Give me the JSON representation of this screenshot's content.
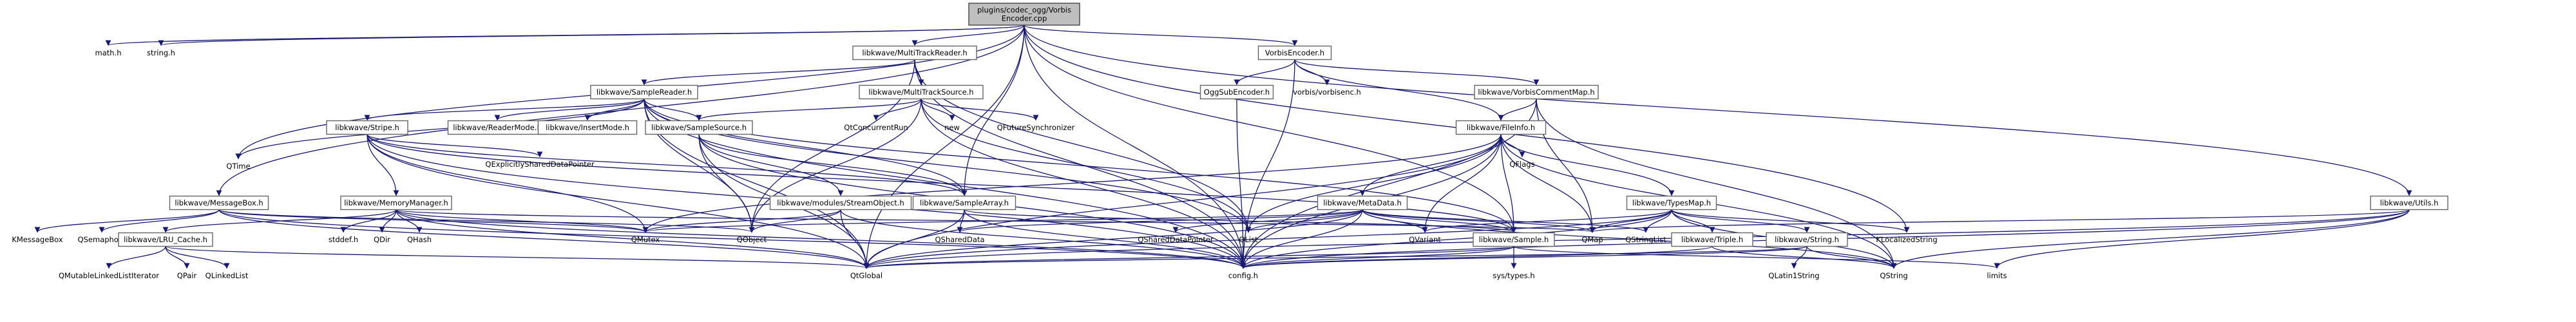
{
  "graph": {
    "colors": {
      "edge": "#191970",
      "box_border": "#666666",
      "root_fill": "#bfbfbf",
      "text": "#000000"
    },
    "nodes": [
      {
        "id": "root",
        "lines": [
          "plugins/codec_ogg/Vorbis",
          "Encoder.cpp"
        ],
        "boxed": true,
        "root": true
      },
      {
        "id": "math",
        "lines": [
          "math.h"
        ],
        "boxed": false
      },
      {
        "id": "string",
        "lines": [
          "string.h"
        ],
        "boxed": false
      },
      {
        "id": "qtime",
        "lines": [
          "QTime"
        ],
        "boxed": false
      },
      {
        "id": "multitrackreader",
        "lines": [
          "libkwave/MultiTrackReader.h"
        ],
        "boxed": true
      },
      {
        "id": "messagebox",
        "lines": [
          "libkwave/MessageBox.h"
        ],
        "boxed": true
      },
      {
        "id": "samplereader",
        "lines": [
          "libkwave/SampleReader.h"
        ],
        "boxed": true
      },
      {
        "id": "multitracksource",
        "lines": [
          "libkwave/MultiTrackSource.h"
        ],
        "boxed": true
      },
      {
        "id": "stripe",
        "lines": [
          "libkwave/Stripe.h"
        ],
        "boxed": true
      },
      {
        "id": "readermode",
        "lines": [
          "libkwave/ReaderMode.h"
        ],
        "boxed": true
      },
      {
        "id": "insertmode",
        "lines": [
          "libkwave/InsertMode.h"
        ],
        "boxed": true
      },
      {
        "id": "samplesource",
        "lines": [
          "libkwave/SampleSource.h"
        ],
        "boxed": true
      },
      {
        "id": "qtconcurrentrun",
        "lines": [
          "QtConcurrentRun"
        ],
        "boxed": false
      },
      {
        "id": "new",
        "lines": [
          "new"
        ],
        "boxed": false
      },
      {
        "id": "qfuturesync",
        "lines": [
          "QFutureSynchronizer"
        ],
        "boxed": false
      },
      {
        "id": "vorbisencoder",
        "lines": [
          "VorbisEncoder.h"
        ],
        "boxed": true
      },
      {
        "id": "oggsubencoder",
        "lines": [
          "OggSubEncoder.h"
        ],
        "boxed": true
      },
      {
        "id": "vorbisenc",
        "lines": [
          "vorbis/vorbisenc.h"
        ],
        "boxed": false
      },
      {
        "id": "vorbiscommentmap",
        "lines": [
          "libkwave/VorbisCommentMap.h"
        ],
        "boxed": true
      },
      {
        "id": "fileinfo",
        "lines": [
          "libkwave/FileInfo.h"
        ],
        "boxed": true
      },
      {
        "id": "utils",
        "lines": [
          "libkwave/Utils.h"
        ],
        "boxed": true
      },
      {
        "id": "memorymanager",
        "lines": [
          "libkwave/MemoryManager.h"
        ],
        "boxed": true
      },
      {
        "id": "qexplicitshared",
        "lines": [
          "QExplicitlySharedDataPointer"
        ],
        "boxed": false
      },
      {
        "id": "streamobject",
        "lines": [
          "libkwave/modules/StreamObject.h"
        ],
        "boxed": true
      },
      {
        "id": "samplearray",
        "lines": [
          "libkwave/SampleArray.h"
        ],
        "boxed": true
      },
      {
        "id": "qflags",
        "lines": [
          "QFlags"
        ],
        "boxed": false
      },
      {
        "id": "metadata",
        "lines": [
          "libkwave/MetaData.h"
        ],
        "boxed": true
      },
      {
        "id": "typesmap",
        "lines": [
          "libkwave/TypesMap.h"
        ],
        "boxed": true
      },
      {
        "id": "kmessagebox",
        "lines": [
          "KMessageBox"
        ],
        "boxed": false
      },
      {
        "id": "qsemaphore",
        "lines": [
          "QSemaphore"
        ],
        "boxed": false
      },
      {
        "id": "lrucache",
        "lines": [
          "libkwave/LRU_Cache.h"
        ],
        "boxed": true
      },
      {
        "id": "stddef",
        "lines": [
          "stddef.h"
        ],
        "boxed": false
      },
      {
        "id": "qdir",
        "lines": [
          "QDir"
        ],
        "boxed": false
      },
      {
        "id": "qhash",
        "lines": [
          "QHash"
        ],
        "boxed": false
      },
      {
        "id": "qmutex",
        "lines": [
          "QMutex"
        ],
        "boxed": false
      },
      {
        "id": "qobject",
        "lines": [
          "QObject"
        ],
        "boxed": false
      },
      {
        "id": "qshareddata",
        "lines": [
          "QSharedData"
        ],
        "boxed": false
      },
      {
        "id": "qshareddataptr",
        "lines": [
          "QSharedDataPointer"
        ],
        "boxed": false
      },
      {
        "id": "qlist",
        "lines": [
          "QList"
        ],
        "boxed": false
      },
      {
        "id": "qvariant",
        "lines": [
          "QVariant"
        ],
        "boxed": false
      },
      {
        "id": "sample",
        "lines": [
          "libkwave/Sample.h"
        ],
        "boxed": true
      },
      {
        "id": "qmap",
        "lines": [
          "QMap"
        ],
        "boxed": false
      },
      {
        "id": "qstringlist",
        "lines": [
          "QStringList"
        ],
        "boxed": false
      },
      {
        "id": "triple",
        "lines": [
          "libkwave/Triple.h"
        ],
        "boxed": true
      },
      {
        "id": "kstring",
        "lines": [
          "libkwave/String.h"
        ],
        "boxed": true
      },
      {
        "id": "klocalizedstring",
        "lines": [
          "KLocalizedString"
        ],
        "boxed": false
      },
      {
        "id": "qmutablelinkedlistiter",
        "lines": [
          "QMutableLinkedListIterator"
        ],
        "boxed": false
      },
      {
        "id": "qpair",
        "lines": [
          "QPair"
        ],
        "boxed": false
      },
      {
        "id": "qlinkedlist",
        "lines": [
          "QLinkedList"
        ],
        "boxed": false
      },
      {
        "id": "qglobal",
        "lines": [
          "QtGlobal"
        ],
        "boxed": false
      },
      {
        "id": "config",
        "lines": [
          "config.h"
        ],
        "boxed": false
      },
      {
        "id": "systypes",
        "lines": [
          "sys/types.h"
        ],
        "boxed": false
      },
      {
        "id": "qlatin1string",
        "lines": [
          "QLatin1String"
        ],
        "boxed": false
      },
      {
        "id": "qstring",
        "lines": [
          "QString"
        ],
        "boxed": false
      },
      {
        "id": "limits",
        "lines": [
          "limits"
        ],
        "boxed": false
      }
    ],
    "edges": [
      [
        "root",
        "math"
      ],
      [
        "root",
        "string"
      ],
      [
        "root",
        "qtime"
      ],
      [
        "root",
        "multitrackreader"
      ],
      [
        "root",
        "messagebox"
      ],
      [
        "root",
        "vorbisencoder"
      ],
      [
        "root",
        "samplearray"
      ],
      [
        "root",
        "qglobal"
      ],
      [
        "root",
        "config"
      ],
      [
        "root",
        "klocalizedstring"
      ],
      [
        "root",
        "utils"
      ],
      [
        "root",
        "sample"
      ],
      [
        "multitrackreader",
        "samplereader"
      ],
      [
        "multitrackreader",
        "multitracksource"
      ],
      [
        "multitrackreader",
        "qlist"
      ],
      [
        "multitrackreader",
        "config"
      ],
      [
        "multitrackreader",
        "qobject"
      ],
      [
        "samplereader",
        "qtime"
      ],
      [
        "samplereader",
        "stripe"
      ],
      [
        "samplereader",
        "readermode"
      ],
      [
        "samplereader",
        "insertmode"
      ],
      [
        "samplereader",
        "samplesource"
      ],
      [
        "samplereader",
        "samplearray"
      ],
      [
        "samplereader",
        "sample"
      ],
      [
        "samplereader",
        "qlist"
      ],
      [
        "samplereader",
        "config"
      ],
      [
        "samplereader",
        "qobject"
      ],
      [
        "samplereader",
        "qglobal"
      ],
      [
        "multitracksource",
        "samplesource"
      ],
      [
        "multitracksource",
        "qtconcurrentrun"
      ],
      [
        "multitracksource",
        "new"
      ],
      [
        "multitracksource",
        "qfuturesync"
      ],
      [
        "multitracksource",
        "qlist"
      ],
      [
        "multitracksource",
        "qobject"
      ],
      [
        "multitracksource",
        "config"
      ],
      [
        "stripe",
        "memorymanager"
      ],
      [
        "stripe",
        "qexplicitshared"
      ],
      [
        "stripe",
        "samplearray"
      ],
      [
        "stripe",
        "sample"
      ],
      [
        "stripe",
        "qmutex"
      ],
      [
        "stripe",
        "qglobal"
      ],
      [
        "stripe",
        "config"
      ],
      [
        "samplesource",
        "streamobject"
      ],
      [
        "samplesource",
        "samplearray"
      ],
      [
        "samplesource",
        "qobject"
      ],
      [
        "samplesource",
        "qglobal"
      ],
      [
        "samplesource",
        "config"
      ],
      [
        "streamobject",
        "qobject"
      ],
      [
        "streamobject",
        "qmutex"
      ],
      [
        "streamobject",
        "config"
      ],
      [
        "streamobject",
        "qglobal"
      ],
      [
        "samplearray",
        "qshareddata"
      ],
      [
        "samplearray",
        "sample"
      ],
      [
        "samplearray",
        "config"
      ],
      [
        "samplearray",
        "qglobal"
      ],
      [
        "memorymanager",
        "lrucache"
      ],
      [
        "memorymanager",
        "stddef"
      ],
      [
        "memorymanager",
        "qdir"
      ],
      [
        "memorymanager",
        "qhash"
      ],
      [
        "memorymanager",
        "qmutex"
      ],
      [
        "memorymanager",
        "qmap"
      ],
      [
        "memorymanager",
        "qglobal"
      ],
      [
        "memorymanager",
        "config"
      ],
      [
        "messagebox",
        "kmessagebox"
      ],
      [
        "messagebox",
        "qsemaphore"
      ],
      [
        "messagebox",
        "qmutex"
      ],
      [
        "messagebox",
        "qobject"
      ],
      [
        "messagebox",
        "qglobal"
      ],
      [
        "messagebox",
        "config"
      ],
      [
        "lrucache",
        "qmutablelinkedlistiter"
      ],
      [
        "lrucache",
        "qpair"
      ],
      [
        "lrucache",
        "qlinkedlist"
      ],
      [
        "lrucache",
        "qglobal"
      ],
      [
        "vorbisencoder",
        "oggsubencoder"
      ],
      [
        "vorbisencoder",
        "vorbisenc"
      ],
      [
        "vorbisencoder",
        "vorbiscommentmap"
      ],
      [
        "vorbisencoder",
        "fileinfo"
      ],
      [
        "vorbisencoder",
        "config"
      ],
      [
        "oggsubencoder",
        "config"
      ],
      [
        "vorbiscommentmap",
        "fileinfo"
      ],
      [
        "vorbiscommentmap",
        "qmap"
      ],
      [
        "vorbiscommentmap",
        "qstring"
      ],
      [
        "vorbiscommentmap",
        "config"
      ],
      [
        "fileinfo",
        "qflags"
      ],
      [
        "fileinfo",
        "metadata"
      ],
      [
        "fileinfo",
        "typesmap"
      ],
      [
        "fileinfo",
        "qlist"
      ],
      [
        "fileinfo",
        "sample"
      ],
      [
        "fileinfo",
        "qmap"
      ],
      [
        "fileinfo",
        "qvariant"
      ],
      [
        "fileinfo",
        "qstring"
      ],
      [
        "fileinfo",
        "qglobal"
      ],
      [
        "fileinfo",
        "config"
      ],
      [
        "fileinfo",
        "qmutex"
      ],
      [
        "metadata",
        "qshareddataptr"
      ],
      [
        "metadata",
        "qshareddata"
      ],
      [
        "metadata",
        "qlist"
      ],
      [
        "metadata",
        "qvariant"
      ],
      [
        "metadata",
        "sample"
      ],
      [
        "metadata",
        "qmap"
      ],
      [
        "metadata",
        "qstringlist"
      ],
      [
        "metadata",
        "qstring"
      ],
      [
        "metadata",
        "config"
      ],
      [
        "metadata",
        "qglobal"
      ],
      [
        "metadata",
        "qmutex"
      ],
      [
        "typesmap",
        "triple"
      ],
      [
        "typesmap",
        "kstring"
      ],
      [
        "typesmap",
        "klocalizedstring"
      ],
      [
        "typesmap",
        "qmap"
      ],
      [
        "typesmap",
        "qvariant"
      ],
      [
        "typesmap",
        "qstring"
      ],
      [
        "typesmap",
        "qglobal"
      ],
      [
        "typesmap",
        "config"
      ],
      [
        "typesmap",
        "qstringlist"
      ],
      [
        "triple",
        "qstring"
      ],
      [
        "triple",
        "config"
      ],
      [
        "kstring",
        "qlatin1string"
      ],
      [
        "kstring",
        "qstring"
      ],
      [
        "kstring",
        "config"
      ],
      [
        "kstring",
        "qglobal"
      ],
      [
        "sample",
        "systypes"
      ],
      [
        "sample",
        "qglobal"
      ],
      [
        "sample",
        "config"
      ],
      [
        "sample",
        "limits"
      ],
      [
        "utils",
        "qstring"
      ],
      [
        "utils",
        "limits"
      ],
      [
        "utils",
        "qglobal"
      ],
      [
        "utils",
        "config"
      ],
      [
        "utils",
        "qmap"
      ]
    ]
  }
}
